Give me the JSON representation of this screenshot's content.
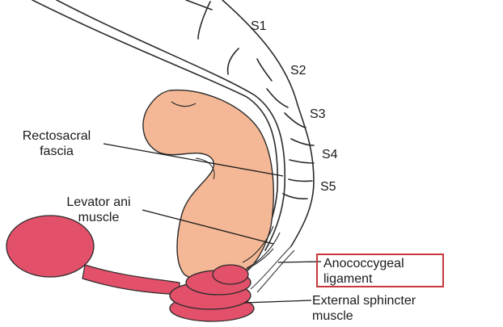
{
  "labels": {
    "rectosacral_fascia": [
      "Rectosacral",
      "fascia"
    ],
    "levator_ani_muscle": [
      "Levator ani",
      "muscle"
    ],
    "anococcygeal_ligament": [
      "Anococcygeal",
      "ligament"
    ],
    "external_sphincter_muscle": [
      "External sphincter",
      "muscle"
    ]
  },
  "sacral_segments": [
    "S1",
    "S2",
    "S3",
    "S4",
    "S5"
  ],
  "colors": {
    "rectum": "#f4b896",
    "sphincter": "#e2506a",
    "outline": "#2b2b2b",
    "highlight_box": "#c8373b"
  }
}
